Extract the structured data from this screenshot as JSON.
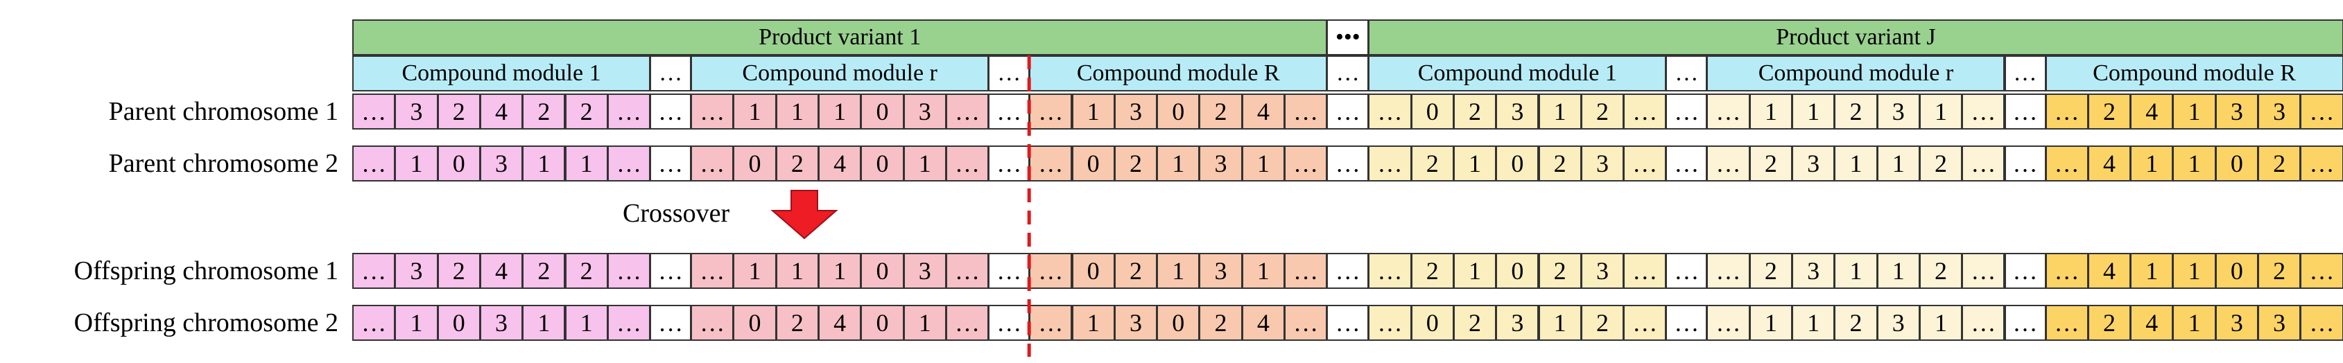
{
  "colors": {
    "variant_header": "#99d18f",
    "module_header": "#b7ecf7",
    "pink": "#f7c2ec",
    "red": "#f6c0c6",
    "salmon": "#f8c9ae",
    "lightyellow": "#fbeebf",
    "cream": "#fdf3d6",
    "gold": "#fbd465",
    "white": "#ffffff",
    "arrow": "#ee1c25",
    "cut_line": "#e0191f"
  },
  "variants": [
    {
      "label": "Product variant 1",
      "modules": [
        {
          "label": "Compound module 1",
          "color": "pink"
        },
        {
          "label": "Compound module r",
          "color": "red"
        },
        {
          "label": "Compound module R",
          "color": "salmon"
        }
      ]
    },
    {
      "label": "Product variant J",
      "modules": [
        {
          "label": "Compound module 1",
          "color": "lightyellow"
        },
        {
          "label": "Compound module r",
          "color": "cream"
        },
        {
          "label": "Compound module R",
          "color": "gold"
        }
      ]
    }
  ],
  "ellipsis": "…",
  "variant_gap_label": "•••",
  "crossover_label": "Crossover",
  "rows": [
    {
      "label": "Parent chromosome 1",
      "genes": [
        [
          "3",
          "2",
          "4",
          "2",
          "2"
        ],
        [
          "1",
          "1",
          "1",
          "0",
          "3"
        ],
        [
          "1",
          "3",
          "0",
          "2",
          "4"
        ],
        [
          "0",
          "2",
          "3",
          "1",
          "2"
        ],
        [
          "1",
          "1",
          "2",
          "3",
          "1"
        ],
        [
          "2",
          "4",
          "1",
          "3",
          "3"
        ]
      ]
    },
    {
      "label": "Parent chromosome 2",
      "genes": [
        [
          "1",
          "0",
          "3",
          "1",
          "1"
        ],
        [
          "0",
          "2",
          "4",
          "0",
          "1"
        ],
        [
          "0",
          "2",
          "1",
          "3",
          "1"
        ],
        [
          "2",
          "1",
          "0",
          "2",
          "3"
        ],
        [
          "2",
          "3",
          "1",
          "1",
          "2"
        ],
        [
          "4",
          "1",
          "1",
          "0",
          "2"
        ]
      ]
    },
    {
      "label": "Offspring chromosome 1",
      "genes": [
        [
          "3",
          "2",
          "4",
          "2",
          "2"
        ],
        [
          "1",
          "1",
          "1",
          "0",
          "3"
        ],
        [
          "0",
          "2",
          "1",
          "3",
          "1"
        ],
        [
          "2",
          "1",
          "0",
          "2",
          "3"
        ],
        [
          "2",
          "3",
          "1",
          "1",
          "2"
        ],
        [
          "4",
          "1",
          "1",
          "0",
          "2"
        ]
      ]
    },
    {
      "label": "Offspring chromosome 2",
      "genes": [
        [
          "1",
          "0",
          "3",
          "1",
          "1"
        ],
        [
          "0",
          "2",
          "4",
          "0",
          "1"
        ],
        [
          "1",
          "3",
          "0",
          "2",
          "4"
        ],
        [
          "0",
          "2",
          "3",
          "1",
          "2"
        ],
        [
          "1",
          "1",
          "2",
          "3",
          "1"
        ],
        [
          "2",
          "4",
          "1",
          "3",
          "3"
        ]
      ]
    }
  ]
}
